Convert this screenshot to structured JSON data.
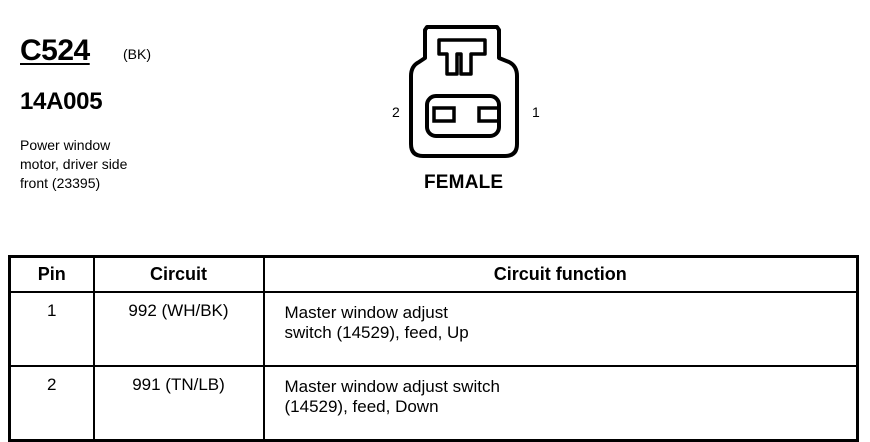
{
  "connector": {
    "code": "C524",
    "color": "(BK)",
    "part_number": "14A005",
    "description": [
      "Power window",
      "motor, driver side",
      "front (23395)"
    ],
    "gender": "FEMALE",
    "pin_labels": {
      "left": "2",
      "right": "1"
    }
  },
  "table": {
    "headers": [
      "Pin",
      "Circuit",
      "Circuit function"
    ],
    "rows": [
      {
        "pin": "1",
        "circuit": "992 (WH/BK)",
        "function": [
          "Master window adjust",
          "switch (14529), feed, Up"
        ]
      },
      {
        "pin": "2",
        "circuit": "991 (TN/LB)",
        "function": [
          "Master window adjust switch",
          "(14529), feed, Down"
        ]
      }
    ]
  }
}
